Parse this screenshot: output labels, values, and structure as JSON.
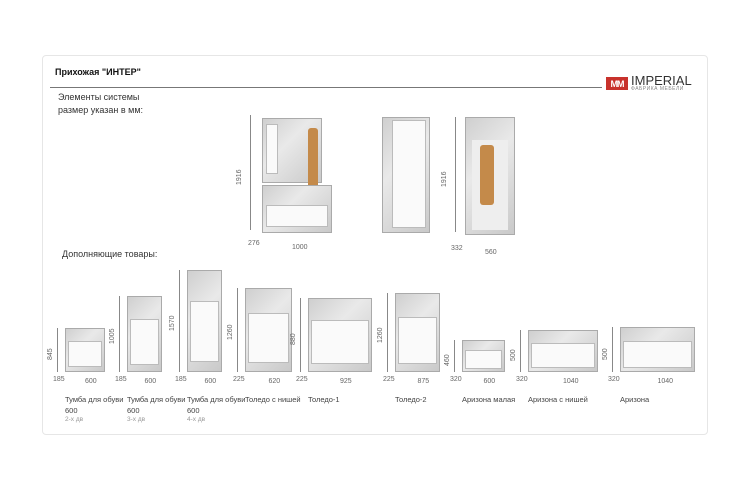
{
  "header": {
    "title": "Прихожая \"ИНТЕР\"",
    "logo_text": "IMPERIAL",
    "logo_mark": "MM",
    "logo_sub": "ФАБРИКА МЕБЕЛИ"
  },
  "intro": {
    "line1": "Элементы системы",
    "line2": "размер указан в мм:"
  },
  "main_items": [
    {
      "height": "1916",
      "depth": "276",
      "width": "1000"
    },
    {
      "height": "1916",
      "depth": "332",
      "width": "560"
    }
  ],
  "extra_title": "Дополняющие товары:",
  "products": [
    {
      "name": "Тумба для обуви 600",
      "note": "2-х дв",
      "height": "845",
      "depth": "185",
      "width": "600"
    },
    {
      "name": "Тумба для обуви 600",
      "note": "3-х дв",
      "height": "1005",
      "depth": "185",
      "width": "600"
    },
    {
      "name": "Тумба для обуви 600",
      "note": "4-х дв",
      "height": "1570",
      "depth": "185",
      "width": "600"
    },
    {
      "name": "Толедо с нишей",
      "height": "1260",
      "depth": "225",
      "width": "620"
    },
    {
      "name": "Толедо-1",
      "height": "880",
      "depth": "225",
      "width": "925"
    },
    {
      "name": "Толедо-2",
      "height": "1260",
      "depth": "225",
      "width": "875"
    },
    {
      "name": "Аризона малая",
      "height": "460",
      "depth": "320",
      "width": "600"
    },
    {
      "name": "Аризона с нишей",
      "height": "500",
      "depth": "320",
      "width": "1040"
    },
    {
      "name": "Аризона",
      "height": "500",
      "depth": "320",
      "width": "1040"
    }
  ]
}
